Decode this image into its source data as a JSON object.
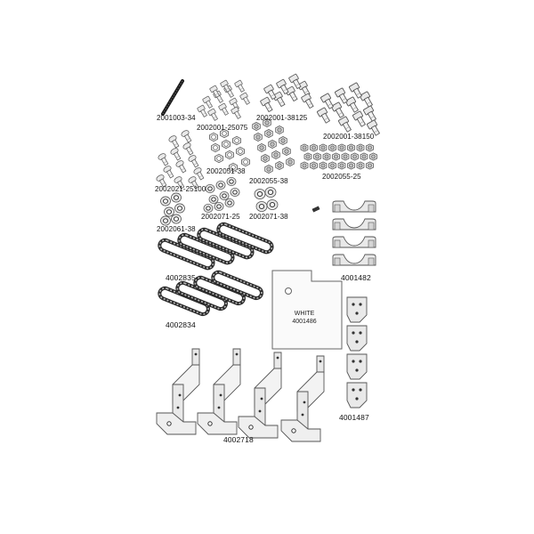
{
  "parts": [
    {
      "id": "rod",
      "label": "2001003-34",
      "icon": "threaded-rod-icon"
    },
    {
      "id": "bolt-25075",
      "label": "2002001-25075",
      "icon": "hex-bolt-icon"
    },
    {
      "id": "bolt-38125",
      "label": "2002001-38125",
      "icon": "hex-bolt-icon"
    },
    {
      "id": "bolt-38150",
      "label": "2002001-38150",
      "icon": "hex-bolt-icon"
    },
    {
      "id": "carriage-25100",
      "label": "2002021-25100",
      "icon": "carriage-bolt-icon"
    },
    {
      "id": "nut-2051-38",
      "label": "2002051-38",
      "icon": "hex-nut-icon"
    },
    {
      "id": "nut-2055-38",
      "label": "2002055-38",
      "icon": "lock-nut-icon"
    },
    {
      "id": "nut-2055-25",
      "label": "2002055-25",
      "icon": "lock-nut-icon"
    },
    {
      "id": "washer-2061-38",
      "label": "2002061-38",
      "icon": "washer-icon"
    },
    {
      "id": "washer-2071-25",
      "label": "2002071-25",
      "icon": "washer-icon"
    },
    {
      "id": "washer-2071-38",
      "label": "2002071-38",
      "icon": "washer-icon"
    },
    {
      "id": "chain-4002835",
      "label": "4002835",
      "icon": "chain-icon"
    },
    {
      "id": "chain-4002834",
      "label": "4002834",
      "icon": "chain-icon"
    },
    {
      "id": "clamp-4001482",
      "label": "4001482",
      "icon": "saddle-clamp-icon"
    },
    {
      "id": "plate-4001487",
      "label": "4001487",
      "icon": "mounting-plate-icon"
    },
    {
      "id": "bracket-4002718",
      "label": "4002718",
      "icon": "z-bracket-icon"
    }
  ],
  "panel": {
    "line1": "WHITE",
    "line2": "4001486"
  },
  "colors": {
    "stroke": "#555555",
    "fill": "#e9e9e9",
    "dark": "#2a2a2a",
    "background": "#ffffff"
  }
}
